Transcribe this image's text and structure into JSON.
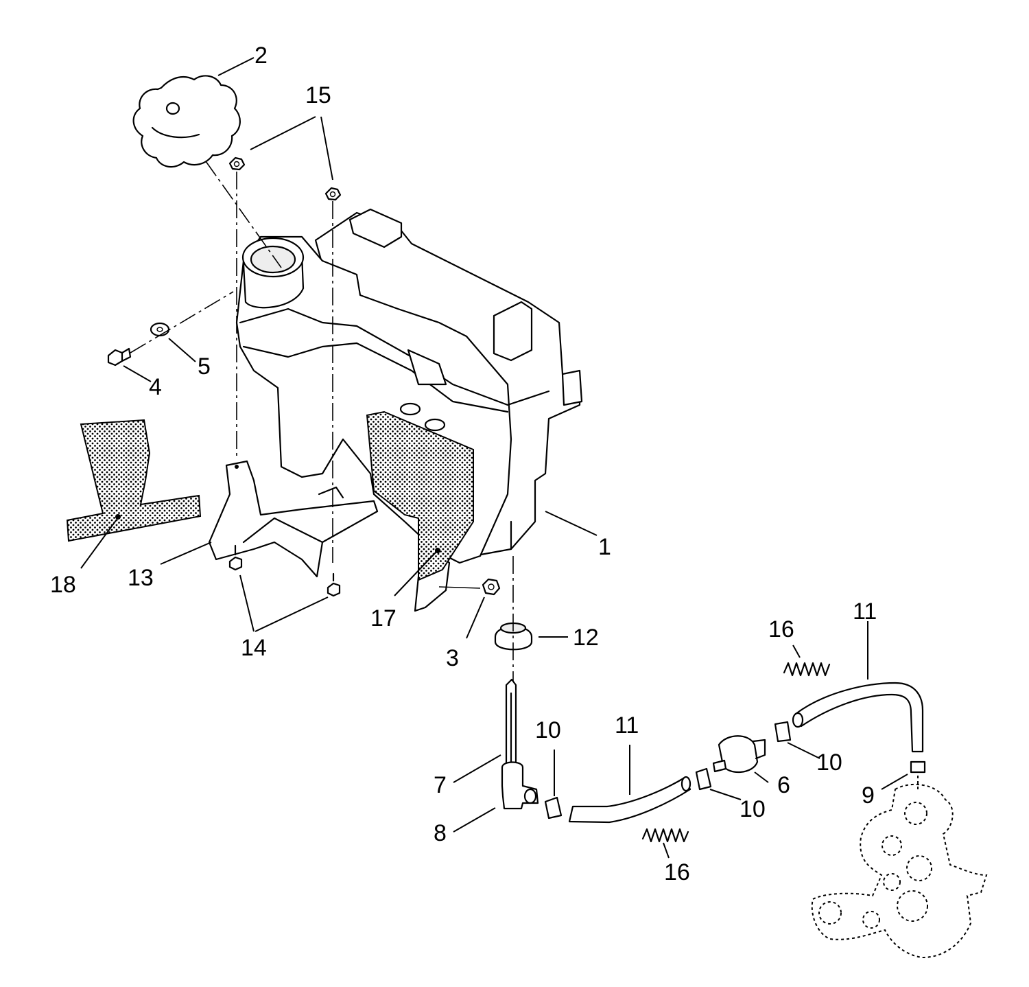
{
  "callouts": [
    {
      "id": "1",
      "text": "1"
    },
    {
      "id": "2",
      "text": "2"
    },
    {
      "id": "3",
      "text": "3"
    },
    {
      "id": "4",
      "text": "4"
    },
    {
      "id": "5",
      "text": "5"
    },
    {
      "id": "6",
      "text": "6"
    },
    {
      "id": "7",
      "text": "7"
    },
    {
      "id": "8",
      "text": "8"
    },
    {
      "id": "9",
      "text": "9"
    },
    {
      "id": "10a",
      "text": "10"
    },
    {
      "id": "10b",
      "text": "10"
    },
    {
      "id": "10c",
      "text": "10"
    },
    {
      "id": "11a",
      "text": "11"
    },
    {
      "id": "11b",
      "text": "11"
    },
    {
      "id": "12",
      "text": "12"
    },
    {
      "id": "13",
      "text": "13"
    },
    {
      "id": "14",
      "text": "14"
    },
    {
      "id": "15",
      "text": "15"
    },
    {
      "id": "16a",
      "text": "16"
    },
    {
      "id": "16b",
      "text": "16"
    },
    {
      "id": "17",
      "text": "17"
    },
    {
      "id": "18",
      "text": "18"
    }
  ]
}
